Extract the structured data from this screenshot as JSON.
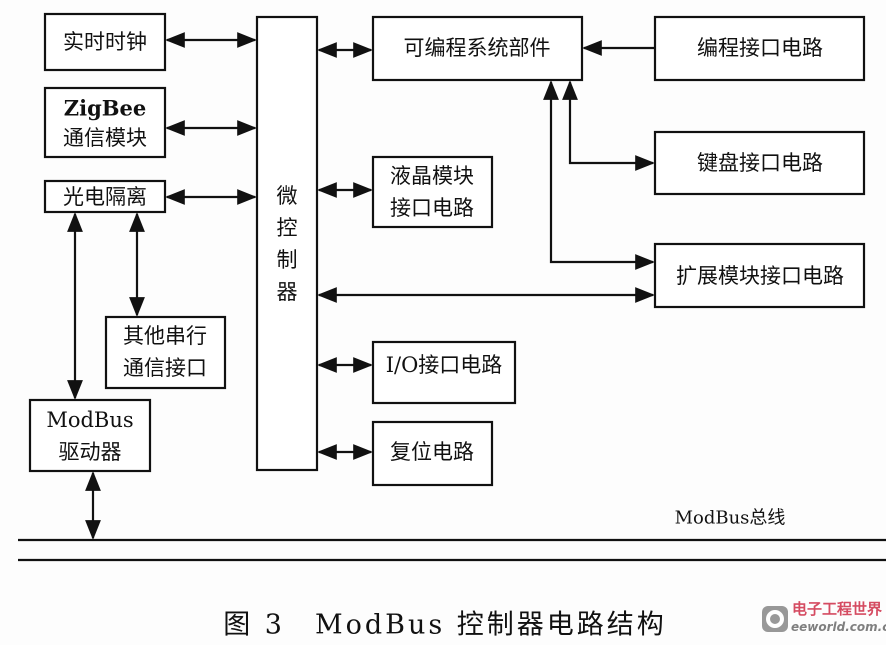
{
  "blocks": {
    "rtc": "实时时钟",
    "zigbee": [
      "ZigBee",
      "通信模块"
    ],
    "opto": "光电隔离",
    "other_serial": [
      "其他串行",
      "通信接口"
    ],
    "modbus_driver": [
      "ModBus",
      "驱动器"
    ],
    "mcu": [
      "微",
      "控",
      "制",
      "器"
    ],
    "programmable": "可编程系统部件",
    "prog_interface": "编程接口电路",
    "keyboard": "键盘接口电路",
    "lcd": [
      "液晶模块",
      "接口电路"
    ],
    "expansion": "扩展模块接口电路",
    "io": "I/O接口电路",
    "reset": "复位电路"
  },
  "bus_label": "ModBus总线",
  "caption": "图 3　ModBus 控制器电路结构",
  "watermark": {
    "cn": "电子工程世界",
    "en": "eeworld.com.cn",
    "accent": "#c8102e"
  }
}
